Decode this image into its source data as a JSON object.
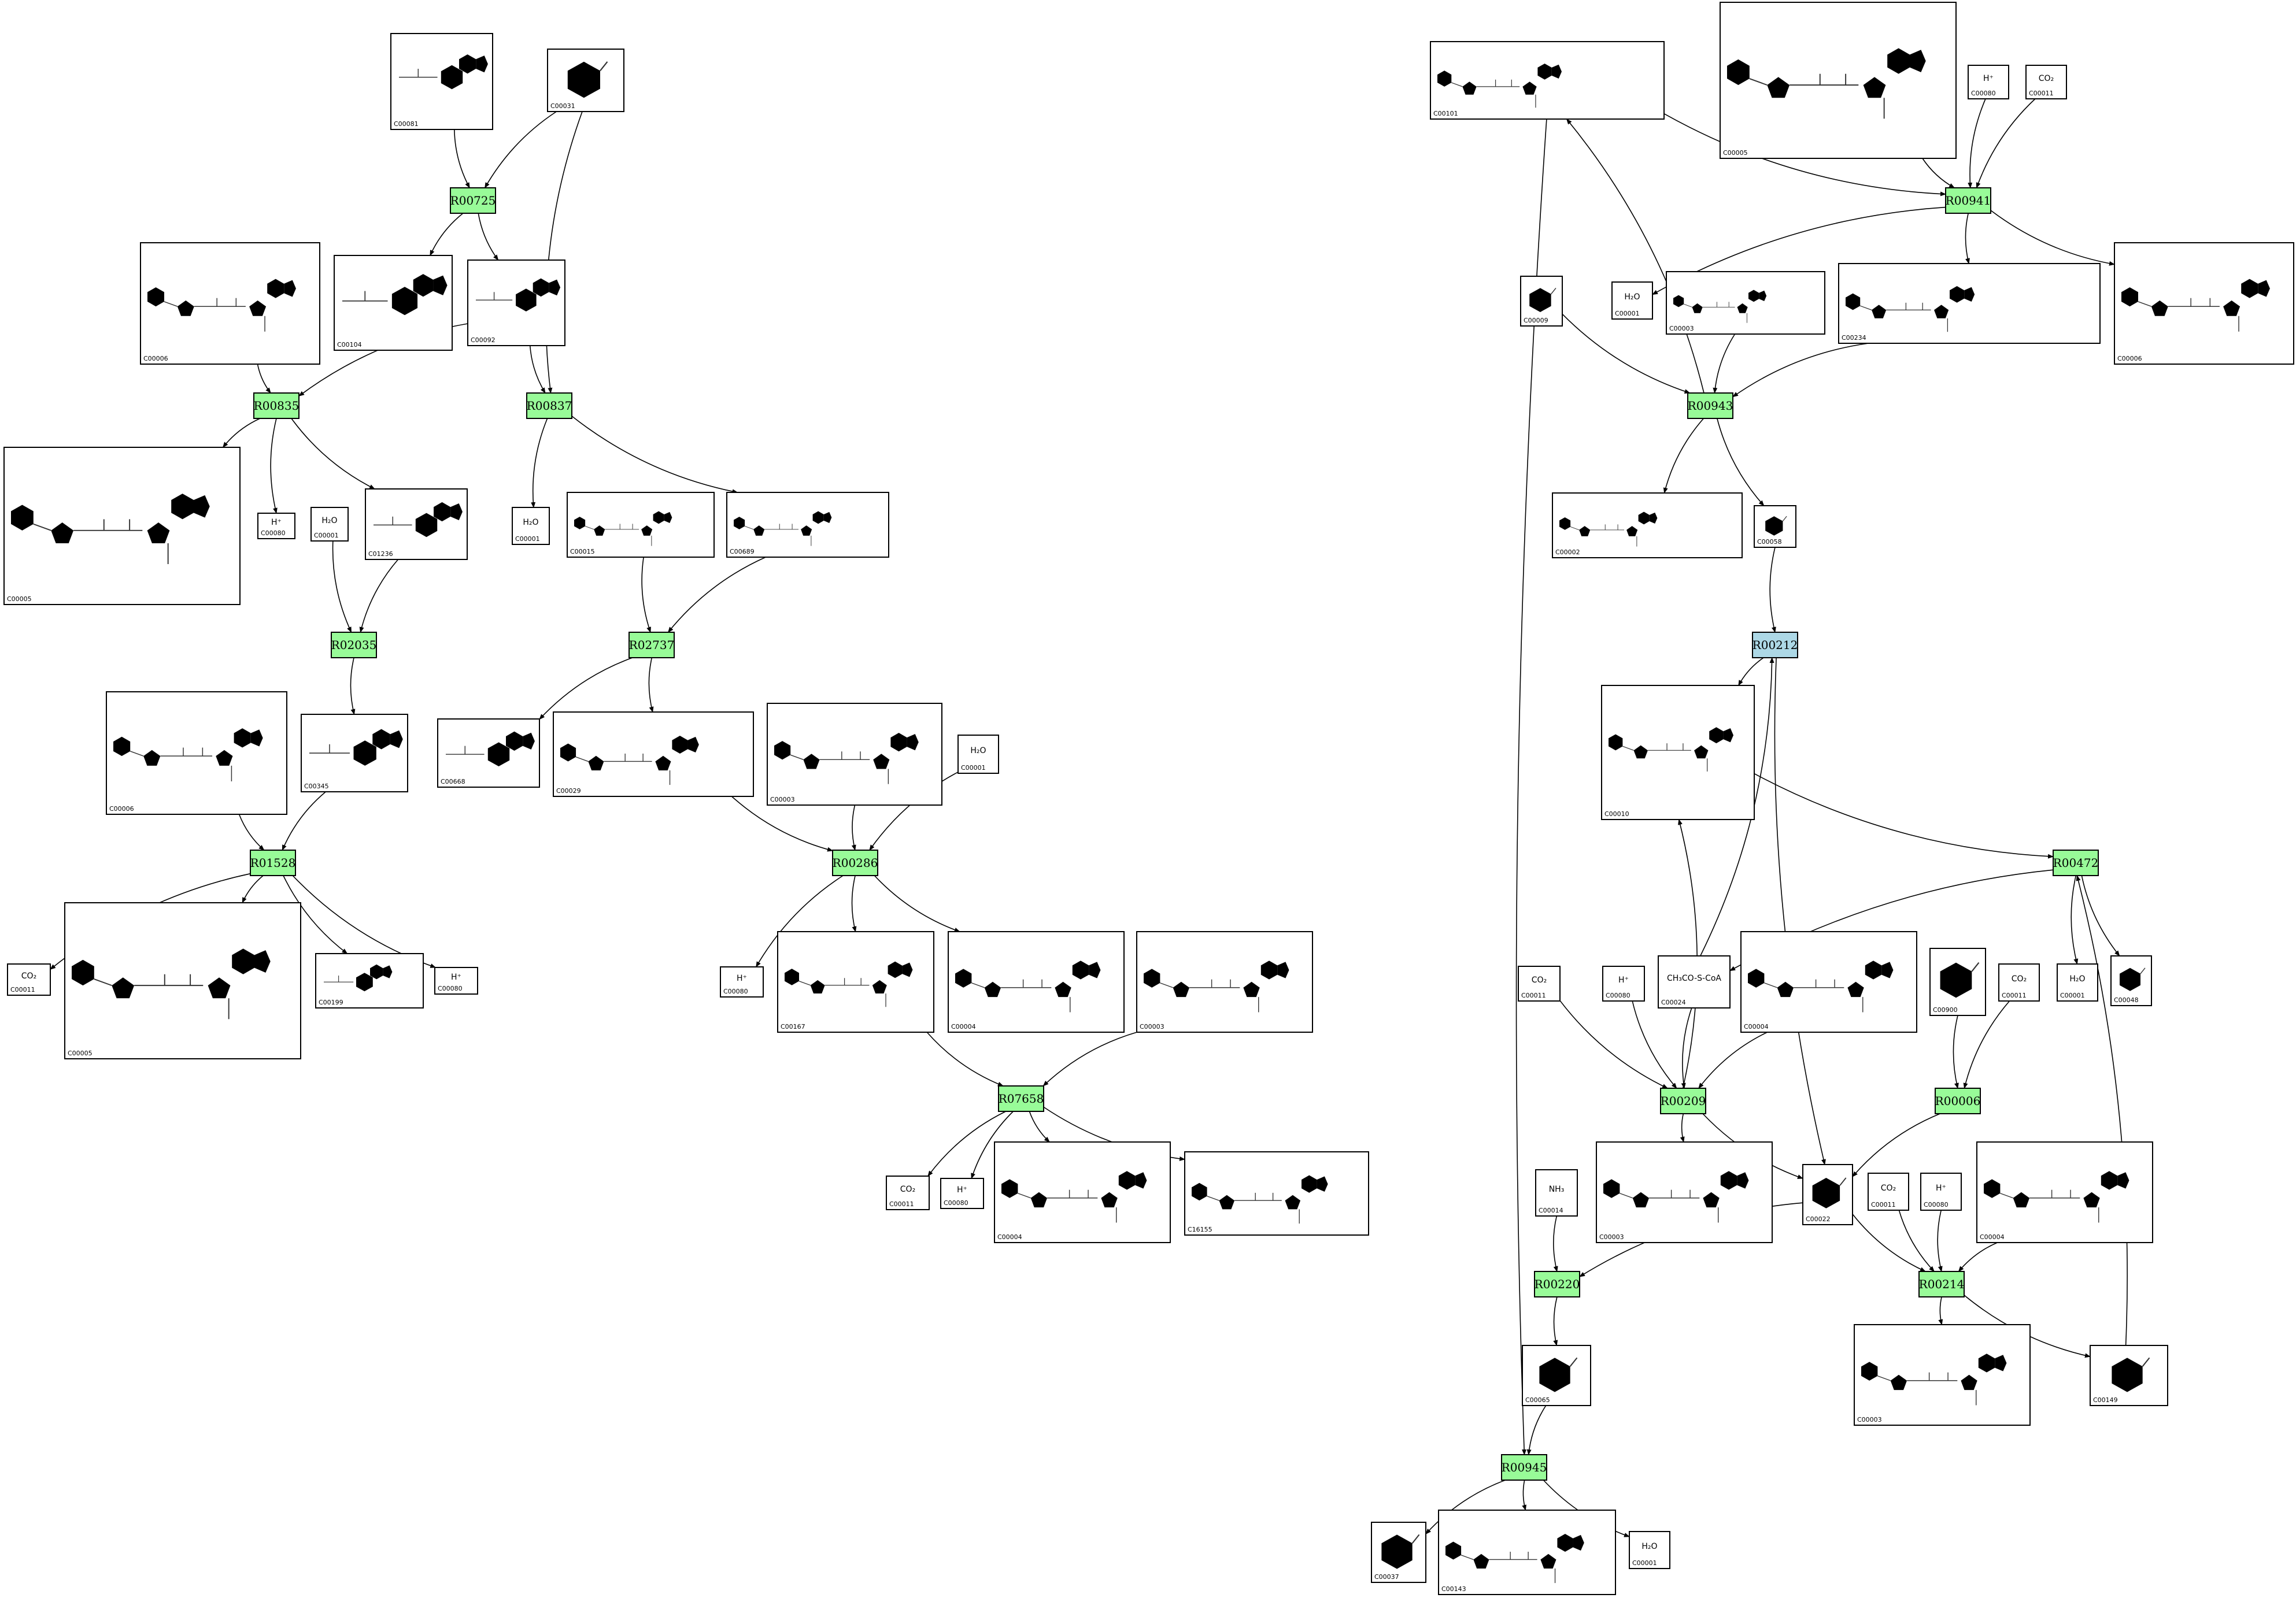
{
  "colors": {
    "reaction": "#98FB98",
    "reaction_highlight": "#ADD8E6",
    "edge": "#000000",
    "box": "#ffffff"
  },
  "reactions": [
    {
      "id": "R00725"
    },
    {
      "id": "R00835"
    },
    {
      "id": "R00837"
    },
    {
      "id": "R02035"
    },
    {
      "id": "R02737"
    },
    {
      "id": "R01528"
    },
    {
      "id": "R00286"
    },
    {
      "id": "R07658"
    },
    {
      "id": "R00941"
    },
    {
      "id": "R00943"
    },
    {
      "id": "R00212",
      "highlight": true
    },
    {
      "id": "R00472"
    },
    {
      "id": "R00209"
    },
    {
      "id": "R00006"
    },
    {
      "id": "R00214"
    },
    {
      "id": "R00220"
    },
    {
      "id": "R00945"
    }
  ],
  "compounds": [
    {
      "key": "c00081",
      "id": "C00081"
    },
    {
      "key": "c00031",
      "id": "C00031"
    },
    {
      "key": "c00006_1",
      "id": "C00006"
    },
    {
      "key": "c00104",
      "id": "C00104"
    },
    {
      "key": "c00092",
      "id": "C00092"
    },
    {
      "key": "c00005_1",
      "id": "C00005"
    },
    {
      "key": "c00080_1",
      "id": "C00080",
      "formula": "H⁺"
    },
    {
      "key": "c00001_1",
      "id": "C00001",
      "formula": "H₂O"
    },
    {
      "key": "c01236",
      "id": "C01236"
    },
    {
      "key": "c00001_2",
      "id": "C00001",
      "formula": "H₂O"
    },
    {
      "key": "c00015",
      "id": "C00015"
    },
    {
      "key": "c00689",
      "id": "C00689"
    },
    {
      "key": "c00006_2",
      "id": "C00006"
    },
    {
      "key": "c00345",
      "id": "C00345"
    },
    {
      "key": "c00668",
      "id": "C00668"
    },
    {
      "key": "c00029",
      "id": "C00029"
    },
    {
      "key": "c00003_1",
      "id": "C00003"
    },
    {
      "key": "c00001_3",
      "id": "C00001",
      "formula": "H₂O"
    },
    {
      "key": "c00011_1",
      "id": "C00011",
      "formula": "CO₂"
    },
    {
      "key": "c00005_2",
      "id": "C00005"
    },
    {
      "key": "c00199",
      "id": "C00199"
    },
    {
      "key": "c00080_2",
      "id": "C00080",
      "formula": "H⁺"
    },
    {
      "key": "c00080_3",
      "id": "C00080",
      "formula": "H⁺"
    },
    {
      "key": "c00167",
      "id": "C00167"
    },
    {
      "key": "c00004_1",
      "id": "C00004"
    },
    {
      "key": "c00003_2",
      "id": "C00003"
    },
    {
      "key": "c00011_2",
      "id": "C00011",
      "formula": "CO₂"
    },
    {
      "key": "c00080_4",
      "id": "C00080",
      "formula": "H⁺"
    },
    {
      "key": "c00004_2",
      "id": "C00004"
    },
    {
      "key": "c16155",
      "id": "C16155"
    },
    {
      "key": "c00101",
      "id": "C00101"
    },
    {
      "key": "c00005_3",
      "id": "C00005"
    },
    {
      "key": "c00080_5",
      "id": "C00080",
      "formula": "H⁺"
    },
    {
      "key": "c00011_3",
      "id": "C00011",
      "formula": "CO₂"
    },
    {
      "key": "c00001_4",
      "id": "C00001",
      "formula": "H₂O"
    },
    {
      "key": "c00009",
      "id": "C00009"
    },
    {
      "key": "c00003_3",
      "id": "C00003"
    },
    {
      "key": "c00234",
      "id": "C00234"
    },
    {
      "key": "c00006_3",
      "id": "C00006"
    },
    {
      "key": "c00002",
      "id": "C00002"
    },
    {
      "key": "c00058",
      "id": "C00058"
    },
    {
      "key": "c00010",
      "id": "C00010"
    },
    {
      "key": "c00011_4",
      "id": "C00011",
      "formula": "CO₂"
    },
    {
      "key": "c00080_6",
      "id": "C00080",
      "formula": "H⁺"
    },
    {
      "key": "c00024",
      "id": "C00024",
      "formula": "CH₃CO-S-CoA"
    },
    {
      "key": "c00004_3",
      "id": "C00004"
    },
    {
      "key": "c00900",
      "id": "C00900"
    },
    {
      "key": "c00011_5",
      "id": "C00011",
      "formula": "CO₂"
    },
    {
      "key": "c00001_5",
      "id": "C00001",
      "formula": "H₂O"
    },
    {
      "key": "c00048",
      "id": "C00048"
    },
    {
      "key": "c00003_4",
      "id": "C00003"
    },
    {
      "key": "c00022",
      "id": "C00022"
    },
    {
      "key": "c00011_6",
      "id": "C00011",
      "formula": "CO₂"
    },
    {
      "key": "c00080_7",
      "id": "C00080",
      "formula": "H⁺"
    },
    {
      "key": "c00004_4",
      "id": "C00004"
    },
    {
      "key": "c00014",
      "id": "C00014",
      "formula": "NH₃"
    },
    {
      "key": "c00065",
      "id": "C00065"
    },
    {
      "key": "c00003_5",
      "id": "C00003"
    },
    {
      "key": "c00149",
      "id": "C00149"
    },
    {
      "key": "c00037",
      "id": "C00037"
    },
    {
      "key": "c00143",
      "id": "C00143"
    },
    {
      "key": "c00001_6",
      "id": "C00001",
      "formula": "H₂O"
    }
  ],
  "edges": [
    [
      "c00081",
      "R00725"
    ],
    [
      "c00031",
      "R00725"
    ],
    [
      "R00725",
      "c00104"
    ],
    [
      "R00725",
      "c00092"
    ],
    [
      "c00006_1",
      "R00835"
    ],
    [
      "c00092",
      "R00835"
    ],
    [
      "R00835",
      "c00005_1"
    ],
    [
      "R00835",
      "c00080_1"
    ],
    [
      "R00835",
      "c01236"
    ],
    [
      "c00092",
      "R00837"
    ],
    [
      "c00031",
      "R00837"
    ],
    [
      "R00837",
      "c00001_2"
    ],
    [
      "R00837",
      "c00689"
    ],
    [
      "c00001_1",
      "R02035"
    ],
    [
      "c01236",
      "R02035"
    ],
    [
      "R02035",
      "c00345"
    ],
    [
      "c00015",
      "R02737"
    ],
    [
      "c00689",
      "R02737"
    ],
    [
      "R02737",
      "c00668"
    ],
    [
      "R02737",
      "c00029"
    ],
    [
      "c00006_2",
      "R01528"
    ],
    [
      "c00345",
      "R01528"
    ],
    [
      "R01528",
      "c00011_1"
    ],
    [
      "R01528",
      "c00005_2"
    ],
    [
      "R01528",
      "c00199"
    ],
    [
      "R01528",
      "c00080_2"
    ],
    [
      "c00029",
      "R00286"
    ],
    [
      "c00003_1",
      "R00286"
    ],
    [
      "c00001_3",
      "R00286"
    ],
    [
      "R00286",
      "c00080_3"
    ],
    [
      "R00286",
      "c00167"
    ],
    [
      "R00286",
      "c00004_1"
    ],
    [
      "c00167",
      "R07658"
    ],
    [
      "c00003_2",
      "R07658"
    ],
    [
      "R07658",
      "c00011_2"
    ],
    [
      "R07658",
      "c00080_4"
    ],
    [
      "R07658",
      "c00004_2"
    ],
    [
      "R07658",
      "c16155"
    ],
    [
      "c00101",
      "R00941"
    ],
    [
      "c00005_3",
      "R00941"
    ],
    [
      "c00080_5",
      "R00941"
    ],
    [
      "c00011_3",
      "R00941"
    ],
    [
      "R00941",
      "c00001_4"
    ],
    [
      "R00941",
      "c00234"
    ],
    [
      "R00941",
      "c00006_3"
    ],
    [
      "c00009",
      "R00943"
    ],
    [
      "c00003_3",
      "R00943"
    ],
    [
      "c00234",
      "R00943"
    ],
    [
      "R00943",
      "c00101"
    ],
    [
      "R00943",
      "c00002"
    ],
    [
      "R00943",
      "c00058"
    ],
    [
      "c00058",
      "R00212"
    ],
    [
      "R00212",
      "c00010"
    ],
    [
      "R00212",
      "c00022"
    ],
    [
      "c00024",
      "R00212"
    ],
    [
      "c00010",
      "R00472"
    ],
    [
      "c00149",
      "R00472"
    ],
    [
      "R00472",
      "c00024"
    ],
    [
      "R00472",
      "c00001_5"
    ],
    [
      "R00472",
      "c00048"
    ],
    [
      "c00011_4",
      "R00209"
    ],
    [
      "c00080_6",
      "R00209"
    ],
    [
      "c00024",
      "R00209"
    ],
    [
      "c00004_3",
      "R00209"
    ],
    [
      "R00209",
      "c00010"
    ],
    [
      "R00209",
      "c00003_4"
    ],
    [
      "R00209",
      "c00022"
    ],
    [
      "c00900",
      "R00006"
    ],
    [
      "c00011_5",
      "R00006"
    ],
    [
      "R00006",
      "c00022"
    ],
    [
      "c00022",
      "R00214"
    ],
    [
      "c00011_6",
      "R00214"
    ],
    [
      "c00080_7",
      "R00214"
    ],
    [
      "c00004_4",
      "R00214"
    ],
    [
      "R00214",
      "c00003_5"
    ],
    [
      "R00214",
      "c00149"
    ],
    [
      "c00014",
      "R00220"
    ],
    [
      "c00022",
      "R00220"
    ],
    [
      "R00220",
      "c00065"
    ],
    [
      "c00101",
      "R00945"
    ],
    [
      "c00065",
      "R00945"
    ],
    [
      "R00945",
      "c00037"
    ],
    [
      "R00945",
      "c00143"
    ],
    [
      "R00945",
      "c00001_6"
    ]
  ]
}
